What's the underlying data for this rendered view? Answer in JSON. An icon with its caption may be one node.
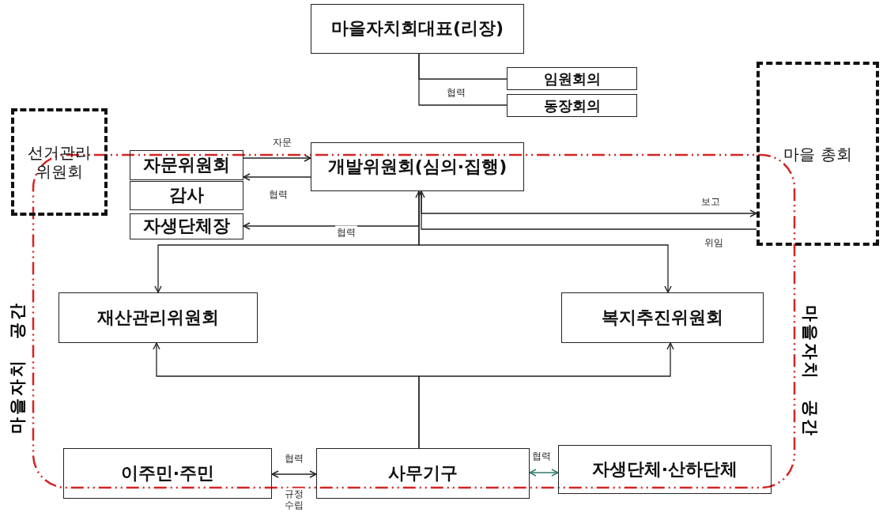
{
  "diagram": {
    "nodes": [
      {
        "text": [
          "마을자치회대표(리장)"
        ]
      },
      {
        "text": [
          "임원회의"
        ]
      },
      {
        "text": [
          "동장회의"
        ]
      },
      {
        "text": [
          "선거관리 위원회"
        ]
      },
      {
        "text": [
          "마을 총회"
        ]
      },
      {
        "text": [
          "자문위원회"
        ]
      },
      {
        "text": [
          "감사"
        ]
      },
      {
        "text": [
          "자생단체장"
        ]
      },
      {
        "text": [
          "개발위원회(심의·집행)"
        ]
      },
      {
        "text": [
          "재산관리위원회"
        ]
      },
      {
        "text": [
          "복지추진위원회"
        ]
      },
      {
        "text": [
          "이주민·주민"
        ]
      },
      {
        "text": [
          "사무기구"
        ]
      },
      {
        "text": [
          "자생단체·산하단체"
        ]
      }
    ],
    "edges": [
      {
        "from": 0,
        "to": 1,
        "arrow": "none"
      },
      {
        "from": 0,
        "to": 2,
        "arrow": "none"
      },
      {
        "from": 5,
        "to": 8,
        "arrow": "to",
        "label": "자문"
      },
      {
        "from": 8,
        "to": 5,
        "arrow": "to",
        "label": "협력"
      },
      {
        "from": 7,
        "to": 8,
        "arrow": "both",
        "label": "협력"
      },
      {
        "from": 8,
        "to": 4,
        "arrow": "to",
        "label": "보고"
      },
      {
        "from": 4,
        "to": 8,
        "arrow": "to",
        "label": "위임"
      },
      {
        "from": 8,
        "to": 9,
        "arrow": "to"
      },
      {
        "from": 8,
        "to": 10,
        "arrow": "to"
      },
      {
        "from": 12,
        "to": 9,
        "arrow": "to"
      },
      {
        "from": 12,
        "to": 10,
        "arrow": "to"
      },
      {
        "from": 11,
        "to": 12,
        "arrow": "both",
        "label": "협력"
      },
      {
        "from": 12,
        "to": 13,
        "arrow": "both",
        "label": "협력",
        "color": "#2f7a6a"
      }
    ],
    "labels": [
      "협력",
      "마을자치 공간",
      "마을자치 공간",
      "규정 수립"
    ]
  }
}
